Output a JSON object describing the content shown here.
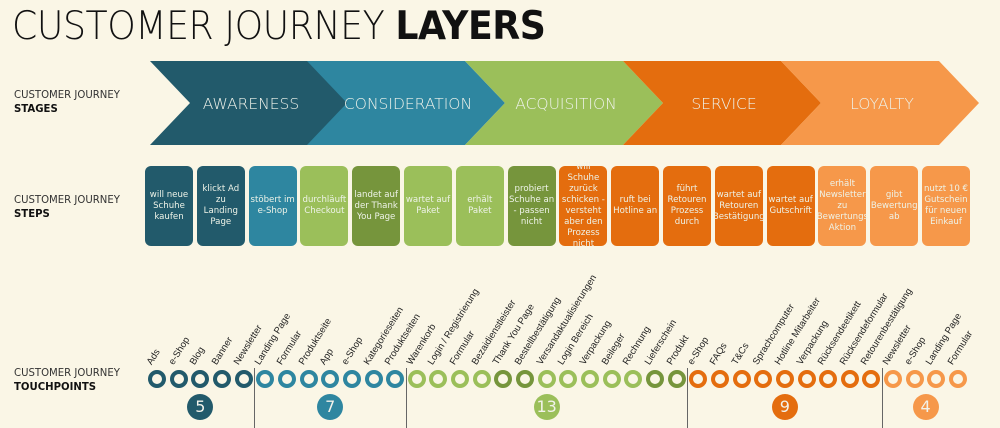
{
  "title": {
    "regular": "CUSTOMER JOURNEY ",
    "bold": "LAYERS"
  },
  "rows": {
    "stages": {
      "line1": "CUSTOMER JOURNEY",
      "line2": "STAGES"
    },
    "steps": {
      "line1": "CUSTOMER JOURNEY",
      "line2": "STEPS"
    },
    "touchpoints": {
      "line1": "CUSTOMER JOURNEY",
      "line2": "TOUCHPOINTS"
    }
  },
  "colors": {
    "awareness": "#225a6b",
    "consideration": "#2e86a0",
    "acquisition": "#9bbf5a",
    "acquisition_dark": "#76953c",
    "service": "#e46d0e",
    "loyalty": "#f6984a"
  },
  "stages": [
    {
      "label": "AWARENESS",
      "color": "#225a6b"
    },
    {
      "label": "CONSIDERATION",
      "color": "#2e86a0"
    },
    {
      "label": "ACQUISITION",
      "color": "#9bbf5a"
    },
    {
      "label": "SERVICE",
      "color": "#e46d0e"
    },
    {
      "label": "LOYALTY",
      "color": "#f6984a"
    }
  ],
  "steps": [
    {
      "text": "will neue Schuhe kaufen",
      "color": "#225a6b"
    },
    {
      "text": "klickt Ad zu Landing Page",
      "color": "#225a6b"
    },
    {
      "text": "stöbert im e-Shop",
      "color": "#2e86a0"
    },
    {
      "text": "durchläuft Checkout",
      "color": "#9bbf5a"
    },
    {
      "text": "landet auf der Thank You Page",
      "color": "#76953c"
    },
    {
      "text": "wartet auf Paket",
      "color": "#9bbf5a"
    },
    {
      "text": "erhält Paket",
      "color": "#9bbf5a"
    },
    {
      "text": "probiert Schuhe an - passen nicht",
      "color": "#76953c"
    },
    {
      "text": "will Schuhe zurück schicken - versteht aber den Prozess nicht",
      "color": "#e46d0e"
    },
    {
      "text": "ruft bei Hotline an",
      "color": "#e46d0e"
    },
    {
      "text": "führt Retouren Prozess durch",
      "color": "#e46d0e"
    },
    {
      "text": "wartet auf Retouren Bestätigung",
      "color": "#e46d0e"
    },
    {
      "text": "wartet auf Gutschrift",
      "color": "#e46d0e"
    },
    {
      "text": "erhält Newsletter zu Bewertungs Aktion",
      "color": "#f6984a"
    },
    {
      "text": "gibt Bewertung ab",
      "color": "#f6984a"
    },
    {
      "text": "nutzt 10 € Gutschein für neuen Einkauf",
      "color": "#f6984a"
    }
  ],
  "touchpoint_groups": [
    {
      "stage": "AWARENESS",
      "count": "5",
      "color": "#225a6b",
      "items": [
        {
          "label": "Ads",
          "color": "#225a6b"
        },
        {
          "label": "e-Shop",
          "color": "#225a6b"
        },
        {
          "label": "Blog",
          "color": "#225a6b"
        },
        {
          "label": "Banner",
          "color": "#225a6b"
        },
        {
          "label": "Newsletter",
          "color": "#225a6b"
        }
      ]
    },
    {
      "stage": "CONSIDERATION",
      "count": "7",
      "color": "#2e86a0",
      "items": [
        {
          "label": "Landing Page",
          "color": "#2e86a0"
        },
        {
          "label": "Formular",
          "color": "#2e86a0"
        },
        {
          "label": "Produktseite",
          "color": "#2e86a0"
        },
        {
          "label": "App",
          "color": "#2e86a0"
        },
        {
          "label": "e-Shop",
          "color": "#2e86a0"
        },
        {
          "label": "Kategorieseiten",
          "color": "#2e86a0"
        },
        {
          "label": "Produktseiten",
          "color": "#2e86a0"
        }
      ]
    },
    {
      "stage": "ACQUISITION",
      "count": "13",
      "color": "#9bbf5a",
      "items": [
        {
          "label": "Warenkorb",
          "color": "#9bbf5a"
        },
        {
          "label": "Login / Registrierung",
          "color": "#9bbf5a"
        },
        {
          "label": "Formular",
          "color": "#9bbf5a"
        },
        {
          "label": "Bezaidienstleister",
          "color": "#9bbf5a"
        },
        {
          "label": "Thank You Page",
          "color": "#76953c"
        },
        {
          "label": "Bestellbestätigung",
          "color": "#76953c"
        },
        {
          "label": "Versandaktualisierungen",
          "color": "#9bbf5a"
        },
        {
          "label": "Login Bereich",
          "color": "#9bbf5a"
        },
        {
          "label": "Verpackung",
          "color": "#9bbf5a"
        },
        {
          "label": "Beileger",
          "color": "#9bbf5a"
        },
        {
          "label": "Rechnung",
          "color": "#9bbf5a"
        },
        {
          "label": "Lieferschein",
          "color": "#76953c"
        },
        {
          "label": "Produkt",
          "color": "#76953c"
        }
      ]
    },
    {
      "stage": "SERVICE",
      "count": "9",
      "color": "#e46d0e",
      "items": [
        {
          "label": "e-Shop",
          "color": "#e46d0e"
        },
        {
          "label": "FAQs",
          "color": "#e46d0e"
        },
        {
          "label": "T&Cs",
          "color": "#e46d0e"
        },
        {
          "label": "Sprachcomputer",
          "color": "#e46d0e"
        },
        {
          "label": "Hotline Mitarbeiter",
          "color": "#e46d0e"
        },
        {
          "label": "Verpackung",
          "color": "#e46d0e"
        },
        {
          "label": "Rücksendeetikett",
          "color": "#e46d0e"
        },
        {
          "label": "Rücksendeformular",
          "color": "#e46d0e"
        },
        {
          "label": "Retourenbestätigung",
          "color": "#e46d0e"
        }
      ]
    },
    {
      "stage": "LOYALTY",
      "count": "4",
      "color": "#f6984a",
      "items": [
        {
          "label": "Newsletter",
          "color": "#f6984a"
        },
        {
          "label": "e-Shop",
          "color": "#f6984a"
        },
        {
          "label": "Landing Page",
          "color": "#f6984a"
        },
        {
          "label": "Formular",
          "color": "#f6984a"
        }
      ]
    }
  ]
}
